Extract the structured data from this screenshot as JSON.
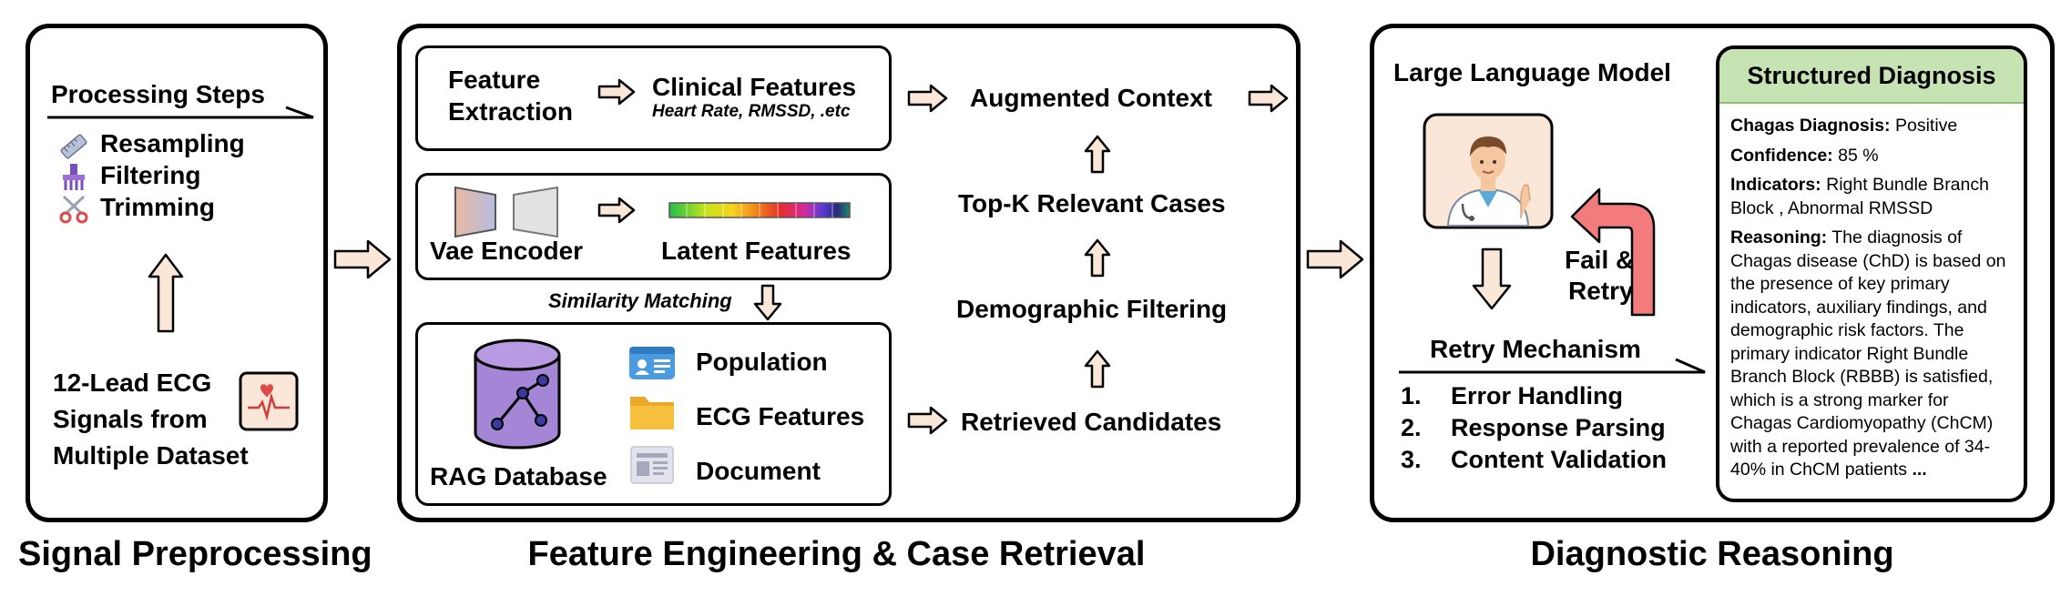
{
  "signal_preprocessing": {
    "title": "Signal Preprocessing",
    "processing_steps_heading": "Processing Steps",
    "steps": [
      "Resampling",
      "Filtering",
      "Trimming"
    ],
    "input_lines": [
      "12-Lead ECG",
      "Signals from",
      "Multiple Dataset"
    ]
  },
  "feature_engineering": {
    "title": "Feature Engineering & Case Retrieval",
    "feature_extraction_lines": [
      "Feature",
      "Extraction"
    ],
    "clinical_features": "Clinical Features",
    "clinical_features_sub": "Heart Rate, RMSSD, .etc",
    "vae_encoder": "Vae Encoder",
    "latent_features": "Latent Features",
    "similarity_matching": "Similarity Matching",
    "rag_database": "RAG Database",
    "db_items": [
      "Population",
      "ECG Features",
      "Document"
    ],
    "augmented_context": "Augmented Context",
    "top_k": "Top-K Relevant Cases",
    "demographic_filtering": "Demographic Filtering",
    "retrieved_candidates": "Retrieved Candidates"
  },
  "diagnostic_reasoning": {
    "title": "Diagnostic Reasoning",
    "llm": "Large Language Model",
    "fail_retry_lines": [
      "Fail &",
      "Retry"
    ],
    "retry_mechanism": "Retry Mechanism",
    "retry_items": [
      {
        "num": "1.",
        "label": "Error Handling"
      },
      {
        "num": "2.",
        "label": "Response Parsing"
      },
      {
        "num": "3.",
        "label": "Content Validation"
      }
    ],
    "structured_diagnosis": {
      "title": "Structured Diagnosis",
      "chagas_label": "Chagas Diagnosis:",
      "chagas_value": "Positive",
      "confidence_label": "Confidence:",
      "confidence_value": "85 %",
      "indicators_label": "Indicators:",
      "indicators_value": "Right Bundle Branch Block , Abnormal RMSSD",
      "reasoning_label": "Reasoning:",
      "reasoning_value": "The diagnosis of Chagas disease (ChD) is based on the presence of key primary indicators, auxiliary findings, and demographic risk factors. The primary indicator Right Bundle Branch Block (RBBB) is satisfied, which is a strong marker for Chagas Cardiomyopathy (ChCM) with a reported prevalence of 34-40% in ChCM patients",
      "ellipsis": "..."
    }
  },
  "colors": {
    "arrow_fill": "#fbe7d8",
    "diagnosis_header": "#c6e3b4",
    "retry_arrow": "#f27b7b",
    "database": "#a585d6",
    "folder": "#f6bf3d"
  }
}
